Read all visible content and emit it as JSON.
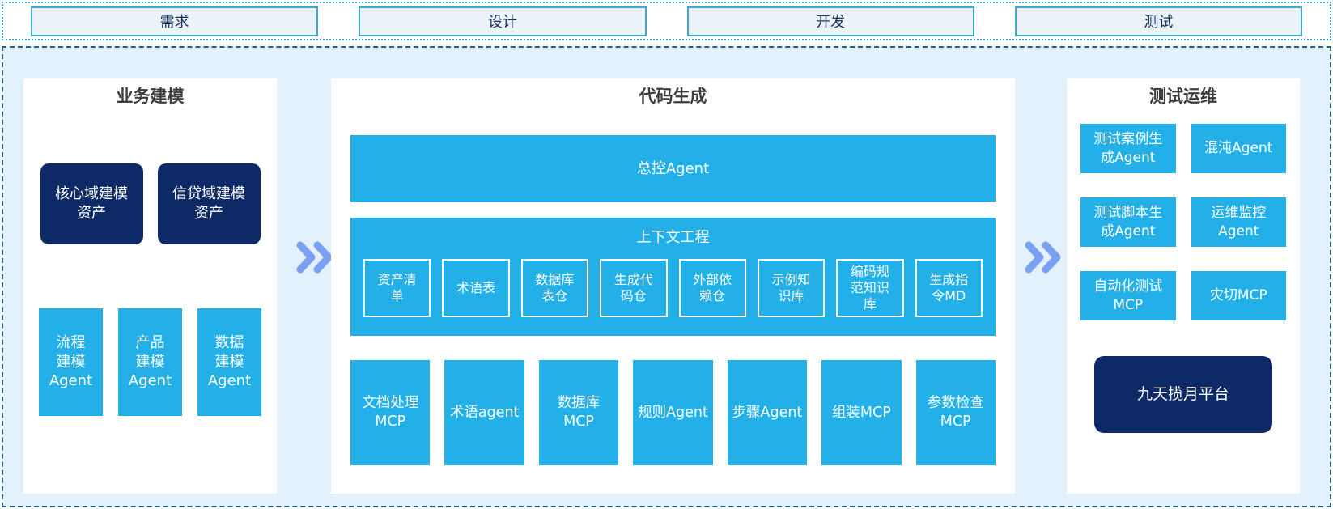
{
  "top_phases": {
    "items": [
      {
        "label": "需求"
      },
      {
        "label": "设计"
      },
      {
        "label": "开发"
      },
      {
        "label": "测试"
      }
    ]
  },
  "business_modeling": {
    "title": "业务建模",
    "assets": [
      {
        "label": "核心域建模\n资产"
      },
      {
        "label": "信贷域建模\n资产"
      }
    ],
    "agents": [
      {
        "label": "流程\n建模\nAgent"
      },
      {
        "label": "产品\n建模\nAgent"
      },
      {
        "label": "数据\n建模\nAgent"
      }
    ]
  },
  "code_generation": {
    "title": "代码生成",
    "master_agent": "总控Agent",
    "context_engineering": {
      "title": "上下文工程",
      "items": [
        {
          "label": "资产清\n单"
        },
        {
          "label": "术语表"
        },
        {
          "label": "数据库\n表仓"
        },
        {
          "label": "生成代\n码仓"
        },
        {
          "label": "外部依\n赖仓"
        },
        {
          "label": "示例知\n识库"
        },
        {
          "label": "编码规\n范知识\n库"
        },
        {
          "label": "生成指\n令MD"
        }
      ]
    },
    "tools": [
      {
        "label": "文档处理\nMCP"
      },
      {
        "label": "术语agent"
      },
      {
        "label": "数据库\nMCP"
      },
      {
        "label": "规则Agent"
      },
      {
        "label": "步骤Agent"
      },
      {
        "label": "组装MCP"
      },
      {
        "label": "参数检查\nMCP"
      }
    ]
  },
  "test_ops": {
    "title": "测试运维",
    "boxes": [
      {
        "label": "测试案例生\n成Agent"
      },
      {
        "label": "混沌Agent"
      },
      {
        "label": "测试脚本生\n成Agent"
      },
      {
        "label": "运维监控\nAgent"
      },
      {
        "label": "自动化测试\nMCP"
      },
      {
        "label": "灾切MCP"
      }
    ],
    "platform": "九天揽月平台"
  },
  "colors": {
    "box_cyan": "#23b0e8",
    "box_navy": "#0e2a66",
    "container_bg": "#e2f1fb",
    "container_border": "#226080",
    "phase_bg": "#ecf3f8",
    "phase_border": "#3fa9cb",
    "phase_strip_border": "#2ea8cb",
    "phase_text": "#17305e",
    "title_text": "#3d3d3d",
    "arrow_blue": "#7ba0f1"
  }
}
